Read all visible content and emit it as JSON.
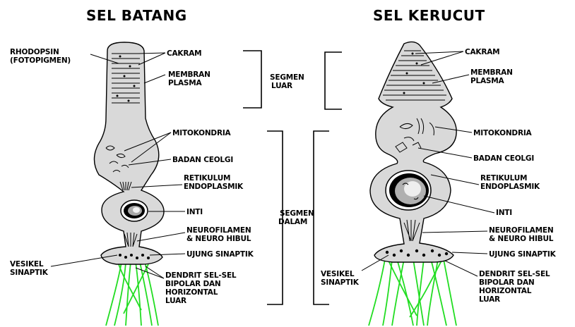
{
  "titles": {
    "rod": "SEL BATANG",
    "cone": "SEL KERUCUT"
  },
  "rod_labels": {
    "rhodopsin_1": "RHODOPSIN",
    "rhodopsin_2": "(FOTOPIGMEN)",
    "cakram": "CAKRAM",
    "membran_1": "MEMBRAN",
    "membran_2": "PLASMA",
    "mitokondria": "MITOKONDRIA",
    "badan": "BADAN CEOLGI",
    "retikulum_1": "RETIKULUM",
    "retikulum_2": "ENDOPLASMIK",
    "inti": "INTI",
    "neuro_1": "NEUROFILAMEN",
    "neuro_2": "& NEURO HIBUL",
    "ujung": "UJUNG SINAPTIK",
    "vesikel_1": "VESIKEL",
    "vesikel_2": "SINAPTIK",
    "dendrit_1": "DENDRIT SEL-SEL",
    "dendrit_2": "BIPOLAR DAN",
    "dendrit_3": "HORIZONTAL",
    "dendrit_4": "LUAR"
  },
  "segments": {
    "luar_1": "SEGMEN",
    "luar_2": "LUAR",
    "dalam_1": "SEGMEN",
    "dalam_2": "DALAM"
  },
  "cone_labels": {
    "cakram": "CAKRAM",
    "membran_1": "MEMBRAN",
    "membran_2": "PLASMA",
    "mitokondria": "MITOKONDRIA",
    "badan": "BADAN CEOLGI",
    "retikulum_1": "RETIKULUM",
    "retikulum_2": "ENDOPLASMIK",
    "inti": "INTI",
    "neuro_1": "NEUROFILAMEN",
    "neuro_2": "& NEURO HIBUL",
    "ujung": "UJUNG SINAPTIK",
    "vesikel_1": "VESIKEL",
    "vesikel_2": "SINAPTIK",
    "dendrit_1": "DENDRIT SEL-SEL",
    "dendrit_2": "BIPOLAR DAN",
    "dendrit_3": "HORIZONTAL",
    "dendrit_4": "LUAR"
  },
  "colors": {
    "cell_fill": "#d9d9d9",
    "dendrite": "#22dd22",
    "outline": "#000000"
  }
}
